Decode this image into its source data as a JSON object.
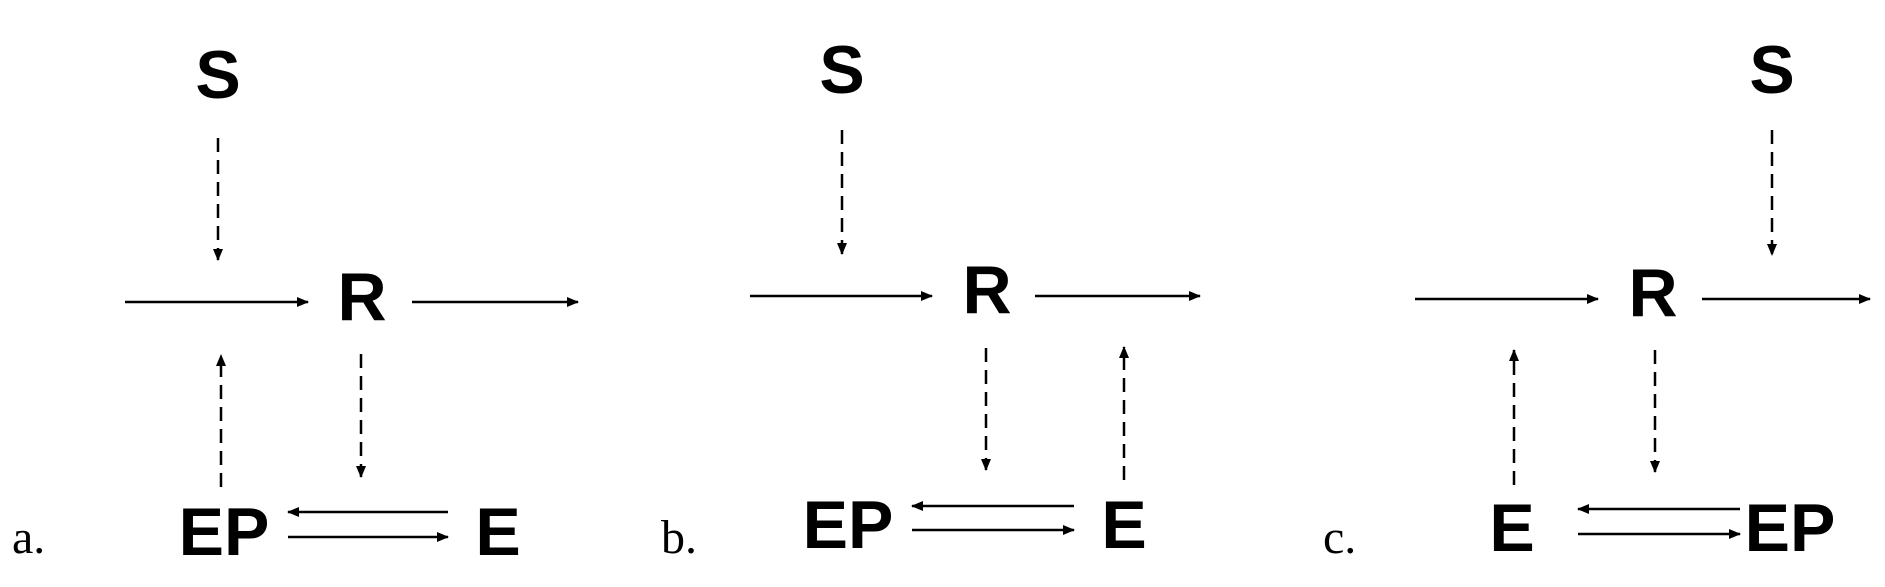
{
  "panels": [
    {
      "label": "a.",
      "nodes": {
        "signal": "S",
        "response": "R",
        "left_form": "EP",
        "right_form": "E"
      }
    },
    {
      "label": "b.",
      "nodes": {
        "signal": "S",
        "response": "R",
        "left_form": "EP",
        "right_form": "E"
      }
    },
    {
      "label": "c.",
      "nodes": {
        "signal": "S",
        "response": "R",
        "left_form": "E",
        "right_form": "EP"
      }
    }
  ]
}
